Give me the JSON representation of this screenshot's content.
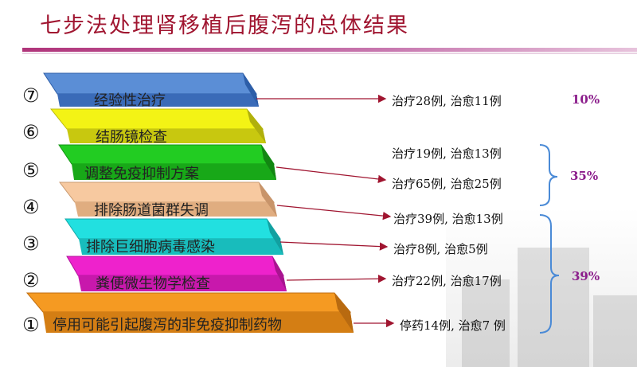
{
  "title": "七步法处理肾移植后腹泻的总体结果",
  "steps": [
    {
      "num": "⑦",
      "label": "经验性治疗",
      "color": "#5b8ed6",
      "result": "治疗28例, 治愈11例"
    },
    {
      "num": "⑥",
      "label": "结肠镜检查",
      "color": "#f3f315",
      "result": ""
    },
    {
      "num": "⑤",
      "label": "调整免疫抑制方案",
      "color": "#22cc22",
      "result": "治疗19例, 治愈13例"
    },
    {
      "num": "④",
      "label": "排除肠道菌群失调",
      "color": "#f7c9a0",
      "result": "治疗65例, 治愈25例"
    },
    {
      "num": "③",
      "label": "排除巨细胞病毒感染",
      "color": "#22e0e0",
      "result": "治疗39例, 治愈13例"
    },
    {
      "num": "②",
      "label": "粪便微生物学检查",
      "color": "#ee22cc",
      "result": "治疗8例, 治愈5例"
    },
    {
      "num": "①",
      "label": "停用可能引起腹泻的非免疫抑制药物",
      "color": "#f59a22",
      "result": "治疗22例, 治愈17例"
    }
  ],
  "extra_result": "停药14例, 治愈7 例",
  "percentages": {
    "p1": "10%",
    "p2": "35%",
    "p3": "39%"
  },
  "colors": {
    "title": "#a01530",
    "percent": "#8b1d8b",
    "arrow": "#a01530"
  }
}
